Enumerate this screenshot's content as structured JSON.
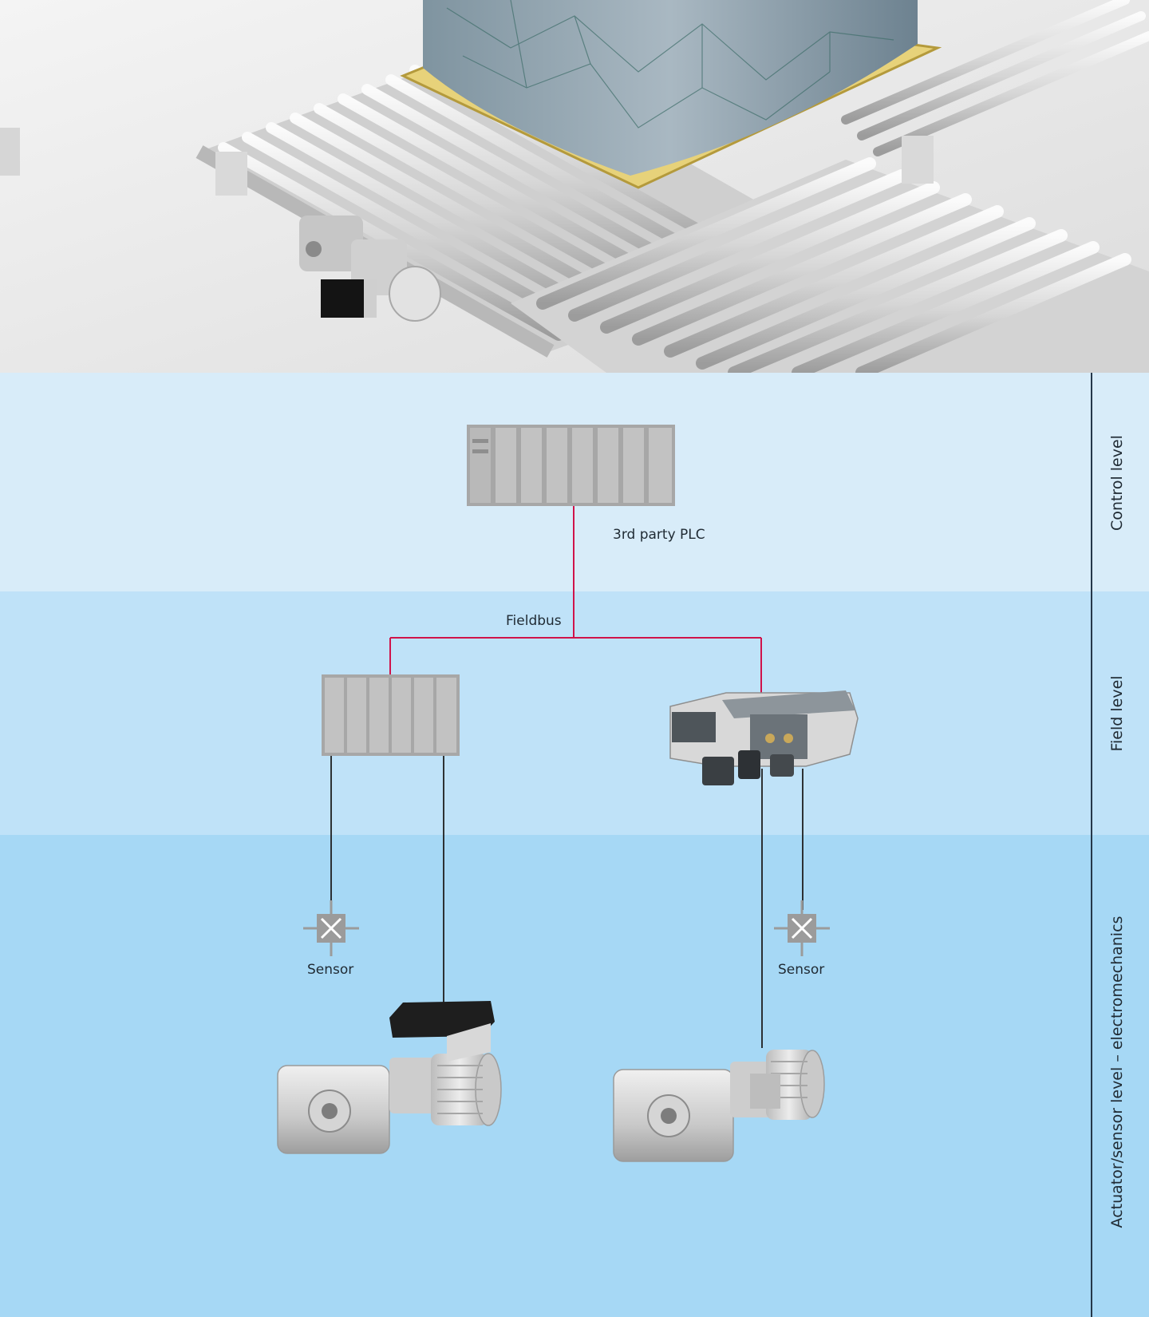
{
  "diagram": {
    "plc_label": "3rd party PLC",
    "fieldbus_label": "Fieldbus",
    "sensor_left_label": "Sensor",
    "sensor_right_label": "Sensor"
  },
  "levels": {
    "control": "Control level",
    "field": "Field level",
    "actuator": "Actuator/sensor level – electromechanics"
  },
  "colors": {
    "fieldbus_line": "#d0134a",
    "signal_line": "#1e1e1e",
    "control_band": "#d8ecf9",
    "field_band": "#bfe2f8",
    "actuator_band": "#a6d8f5",
    "module_fill": "#a7a7a7"
  }
}
